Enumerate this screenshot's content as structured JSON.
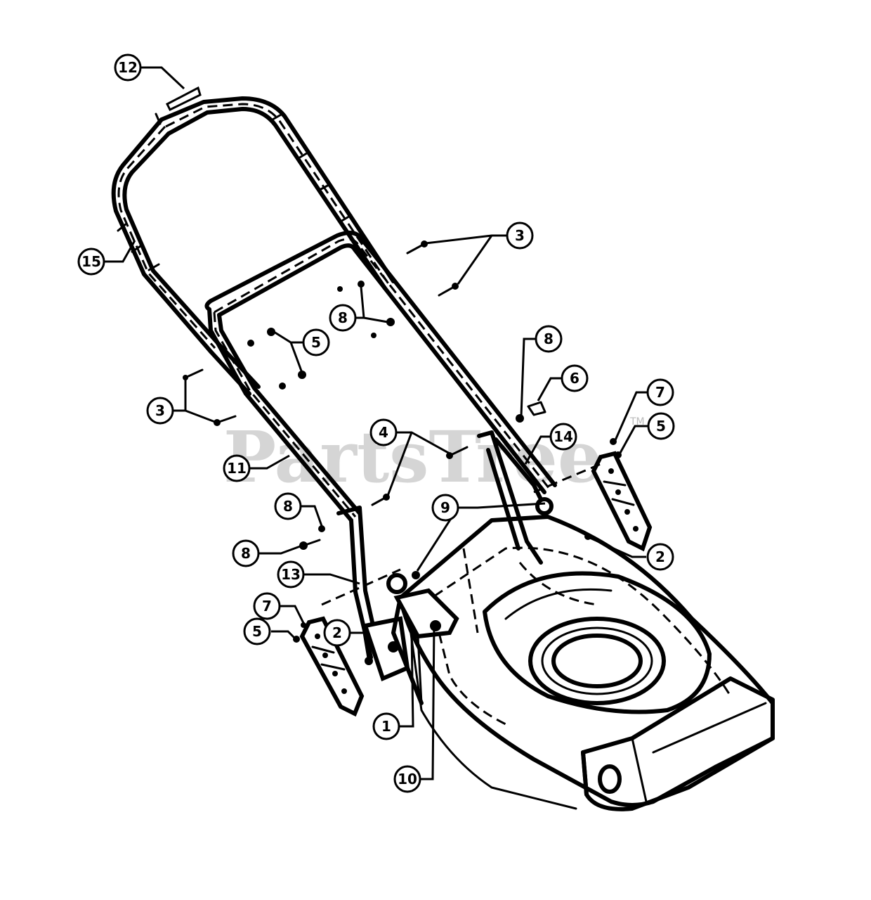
{
  "watermark": {
    "text": "PartsTree",
    "tm": "TM"
  },
  "callouts": [
    {
      "id": "12",
      "label": "12"
    },
    {
      "id": "15",
      "label": "15"
    },
    {
      "id": "3a",
      "label": "3"
    },
    {
      "id": "8a",
      "label": "8"
    },
    {
      "id": "5a",
      "label": "5"
    },
    {
      "id": "3b",
      "label": "3"
    },
    {
      "id": "8b",
      "label": "8"
    },
    {
      "id": "6",
      "label": "6"
    },
    {
      "id": "7a",
      "label": "7"
    },
    {
      "id": "5b",
      "label": "5"
    },
    {
      "id": "4",
      "label": "4"
    },
    {
      "id": "14",
      "label": "14"
    },
    {
      "id": "11",
      "label": "11"
    },
    {
      "id": "8c",
      "label": "8"
    },
    {
      "id": "9",
      "label": "9"
    },
    {
      "id": "8d",
      "label": "8"
    },
    {
      "id": "2a",
      "label": "2"
    },
    {
      "id": "13",
      "label": "13"
    },
    {
      "id": "7b",
      "label": "7"
    },
    {
      "id": "5c",
      "label": "5"
    },
    {
      "id": "2b",
      "label": "2"
    },
    {
      "id": "1",
      "label": "1"
    },
    {
      "id": "10",
      "label": "10"
    }
  ]
}
